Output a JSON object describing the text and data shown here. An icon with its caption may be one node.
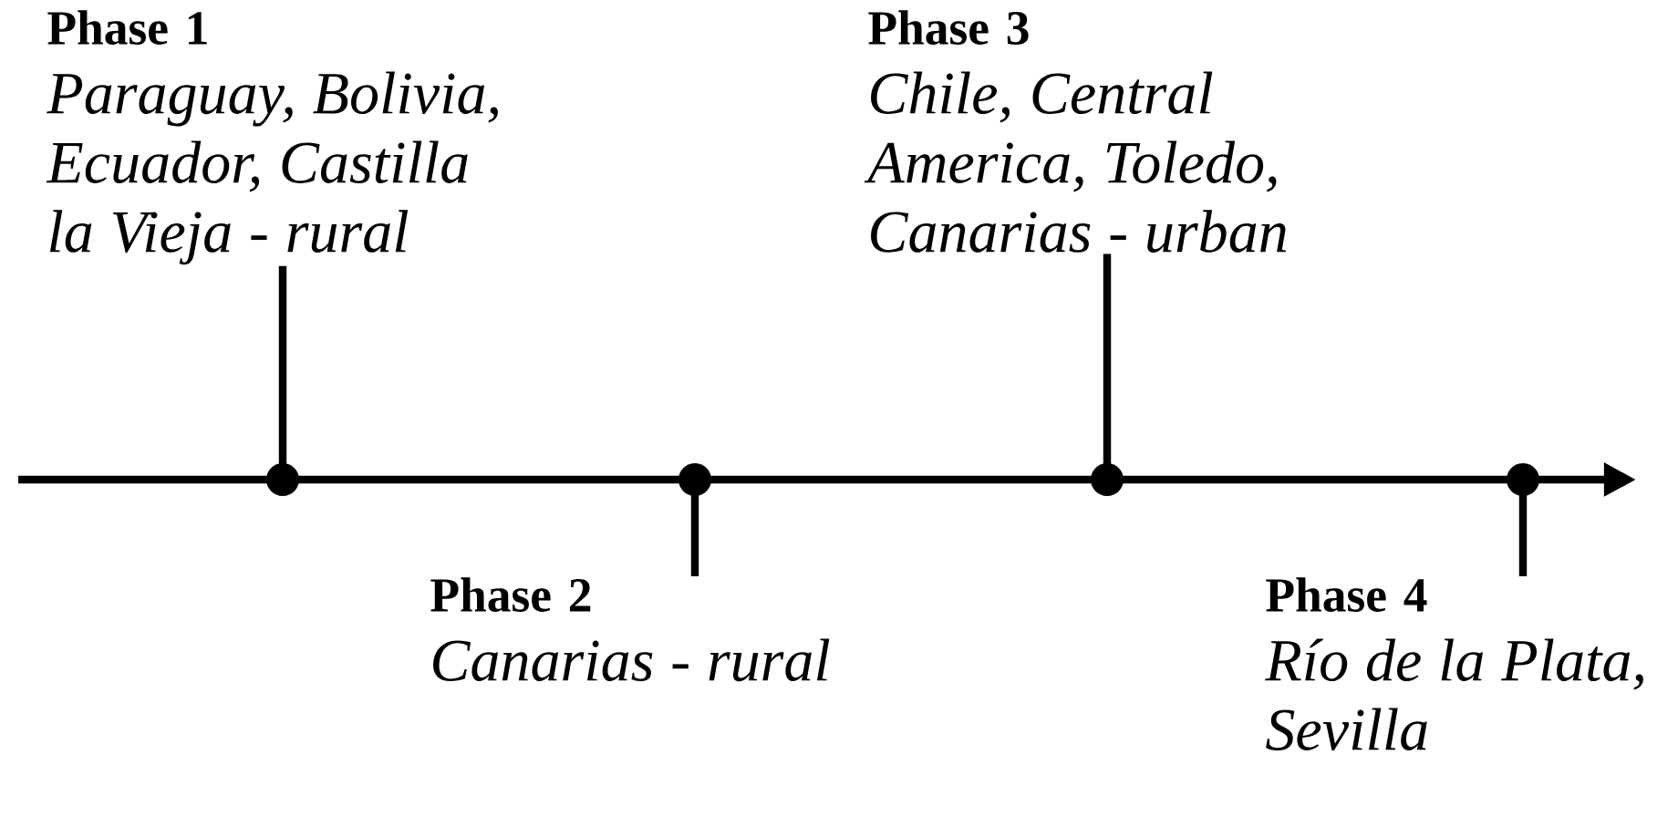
{
  "diagram": {
    "nodes": [
      {
        "text": [
          "Phase 1",
          "Paraguay, Bolivia, Ecuador, Castilla la Vieja - rural"
        ]
      },
      {
        "text": [
          "Phase 2",
          "Canarias - rural"
        ]
      },
      {
        "text": [
          "Phase 3",
          "Chile, Central America, Toledo, Canarias - urban"
        ]
      },
      {
        "text": [
          "Phase 4",
          "Río de la Plata, Sevilla"
        ]
      },
      {
        "text": [],
        "shape": "circle"
      },
      {
        "text": [],
        "shape": "circle"
      },
      {
        "text": [],
        "shape": "circle"
      },
      {
        "text": [],
        "shape": "circle"
      }
    ],
    "edges": [
      {
        "from": 0,
        "to": 4,
        "arrow": "none"
      },
      {
        "from": 1,
        "to": 5,
        "arrow": "none"
      },
      {
        "from": 2,
        "to": 6,
        "arrow": "none"
      },
      {
        "from": 3,
        "to": 7,
        "arrow": "none"
      }
    ]
  }
}
